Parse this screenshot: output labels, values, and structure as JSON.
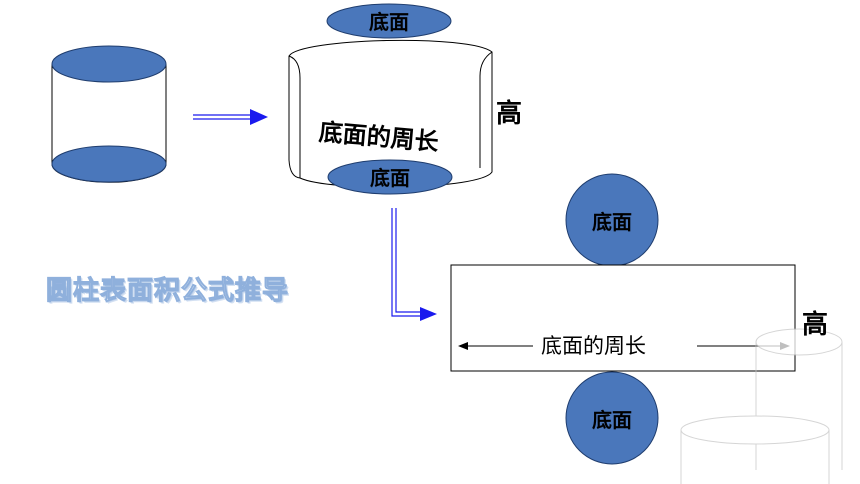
{
  "labels": {
    "base_top": "底面",
    "base_mid": "底面",
    "base_rect_top": "底面",
    "base_rect_bottom": "底面",
    "perimeter_curved": "底面的周长",
    "perimeter_rect": "底面的周长",
    "height_curved": "高",
    "height_rect": "高"
  },
  "title": "圆柱表面积公式推导",
  "colors": {
    "base_fill": "#4a77bb",
    "base_stroke": "#1f3d6e",
    "arrow": "#1a1aee",
    "title_outline": "#8fb0dc",
    "faded_cylinder": "#c8c8c8"
  }
}
